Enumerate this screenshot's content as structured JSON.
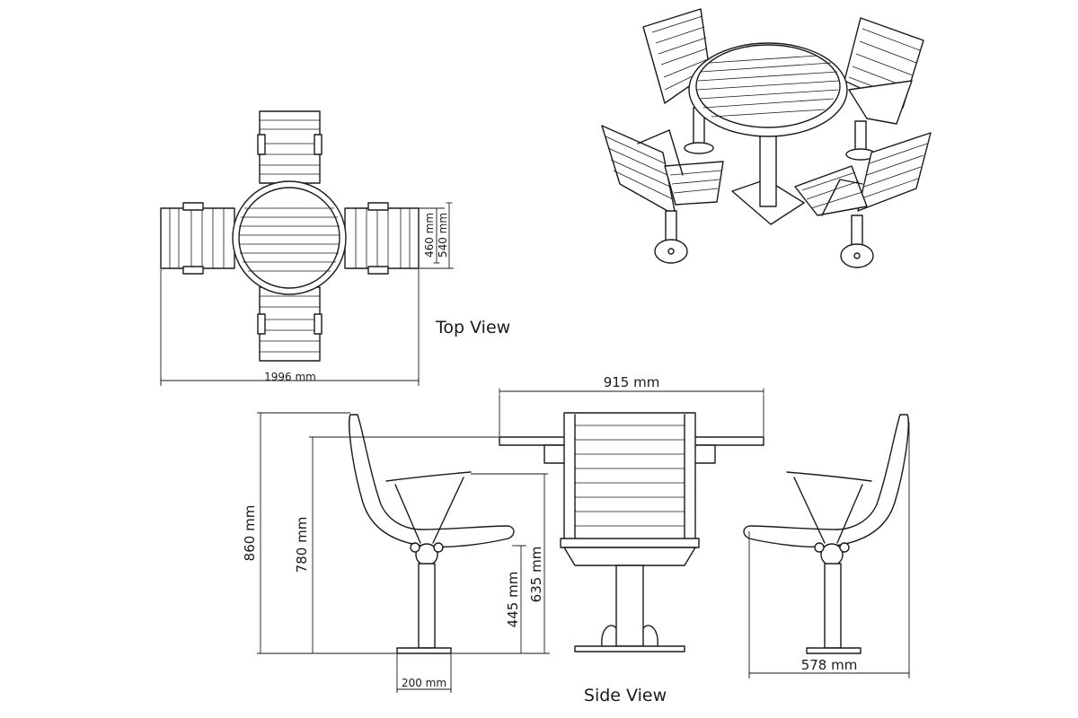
{
  "views": {
    "top_view_label": "Top View",
    "side_view_label": "Side View"
  },
  "dimensions": {
    "top_overall_width": "1996 mm",
    "top_seat_depth": "460 mm",
    "top_arm_depth": "540 mm",
    "table_width": "915 mm",
    "chair_height": "860 mm",
    "table_height": "780 mm",
    "seat_height": "445 mm",
    "arm_height": "635 mm",
    "base_width": "200 mm",
    "chair_depth": "578 mm"
  },
  "colors": {
    "line": "#1a1a1a",
    "background": "#ffffff"
  }
}
